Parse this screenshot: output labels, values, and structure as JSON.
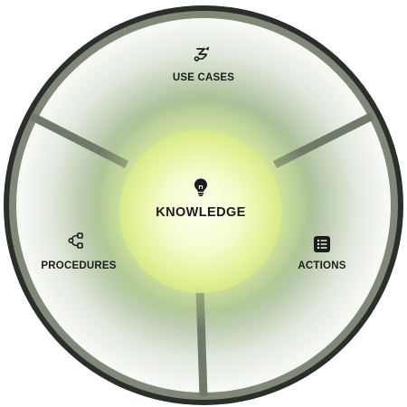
{
  "center": {
    "label": "KNOWLEDGE",
    "icon": "lightbulb-icon"
  },
  "segments": [
    {
      "id": "use-cases",
      "label": "USE CASES",
      "icon": "path-route-icon"
    },
    {
      "id": "actions",
      "label": "ACTIONS",
      "icon": "list-icon"
    },
    {
      "id": "procedures",
      "label": "PROCEDURES",
      "icon": "flow-icon"
    }
  ],
  "colors": {
    "outer_ring": "#2b2f2b",
    "divider": "#6f7b69",
    "core_glow": "#e6f5a3",
    "text": "#1c1c1c"
  }
}
